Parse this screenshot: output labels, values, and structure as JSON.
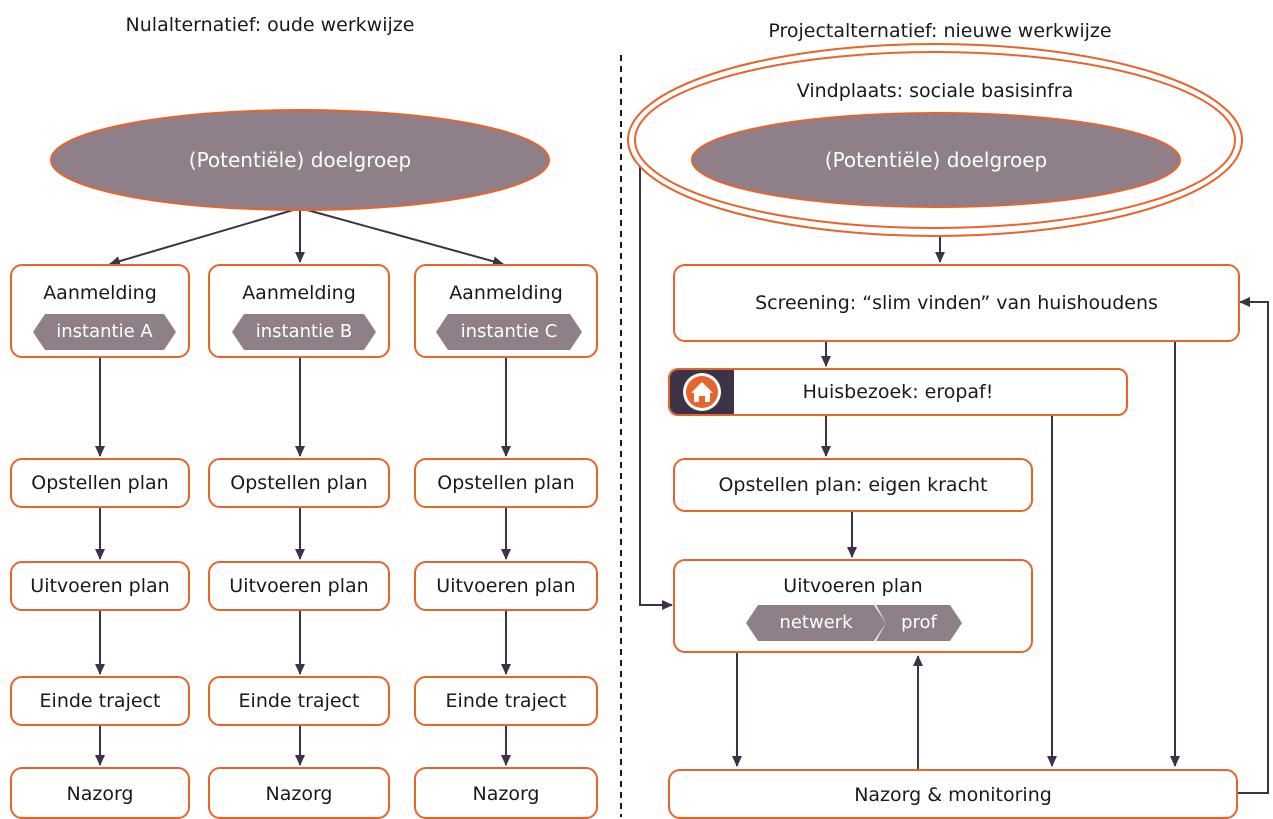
{
  "left": {
    "title": "Nulalternatief: oude werkwijze",
    "target_group": "(Potentiële) doelgroep",
    "columns": [
      {
        "registration": "Aanmelding",
        "agency": "instantie A",
        "plan": "Opstellen plan",
        "execute": "Uitvoeren plan",
        "end": "Einde traject",
        "aftercare": "Nazorg"
      },
      {
        "registration": "Aanmelding",
        "agency": "instantie B",
        "plan": "Opstellen plan",
        "execute": "Uitvoeren plan",
        "end": "Einde traject",
        "aftercare": "Nazorg"
      },
      {
        "registration": "Aanmelding",
        "agency": "instantie C",
        "plan": "Opstellen plan",
        "execute": "Uitvoeren plan",
        "end": "Einde traject",
        "aftercare": "Nazorg"
      }
    ]
  },
  "right": {
    "title": "Projectalternatief: nieuwe werkwijze",
    "location": "Vindplaats: sociale basisinfra",
    "target_group": "(Potentiële) doelgroep",
    "screening": "Screening: “slim vinden” van huishoudens",
    "home_visit": "Huisbezoek: eropaf!",
    "home_icon": "house-icon",
    "plan": "Opstellen plan: eigen kracht",
    "execute": "Uitvoeren plan",
    "execute_tags": [
      "netwerk",
      "prof"
    ],
    "aftercare": "Nazorg & monitoring"
  },
  "colors": {
    "border": "#e8642a",
    "fill": "#8f7f88",
    "arrow": "#3d3347",
    "icon_bg": "#3d3347"
  }
}
